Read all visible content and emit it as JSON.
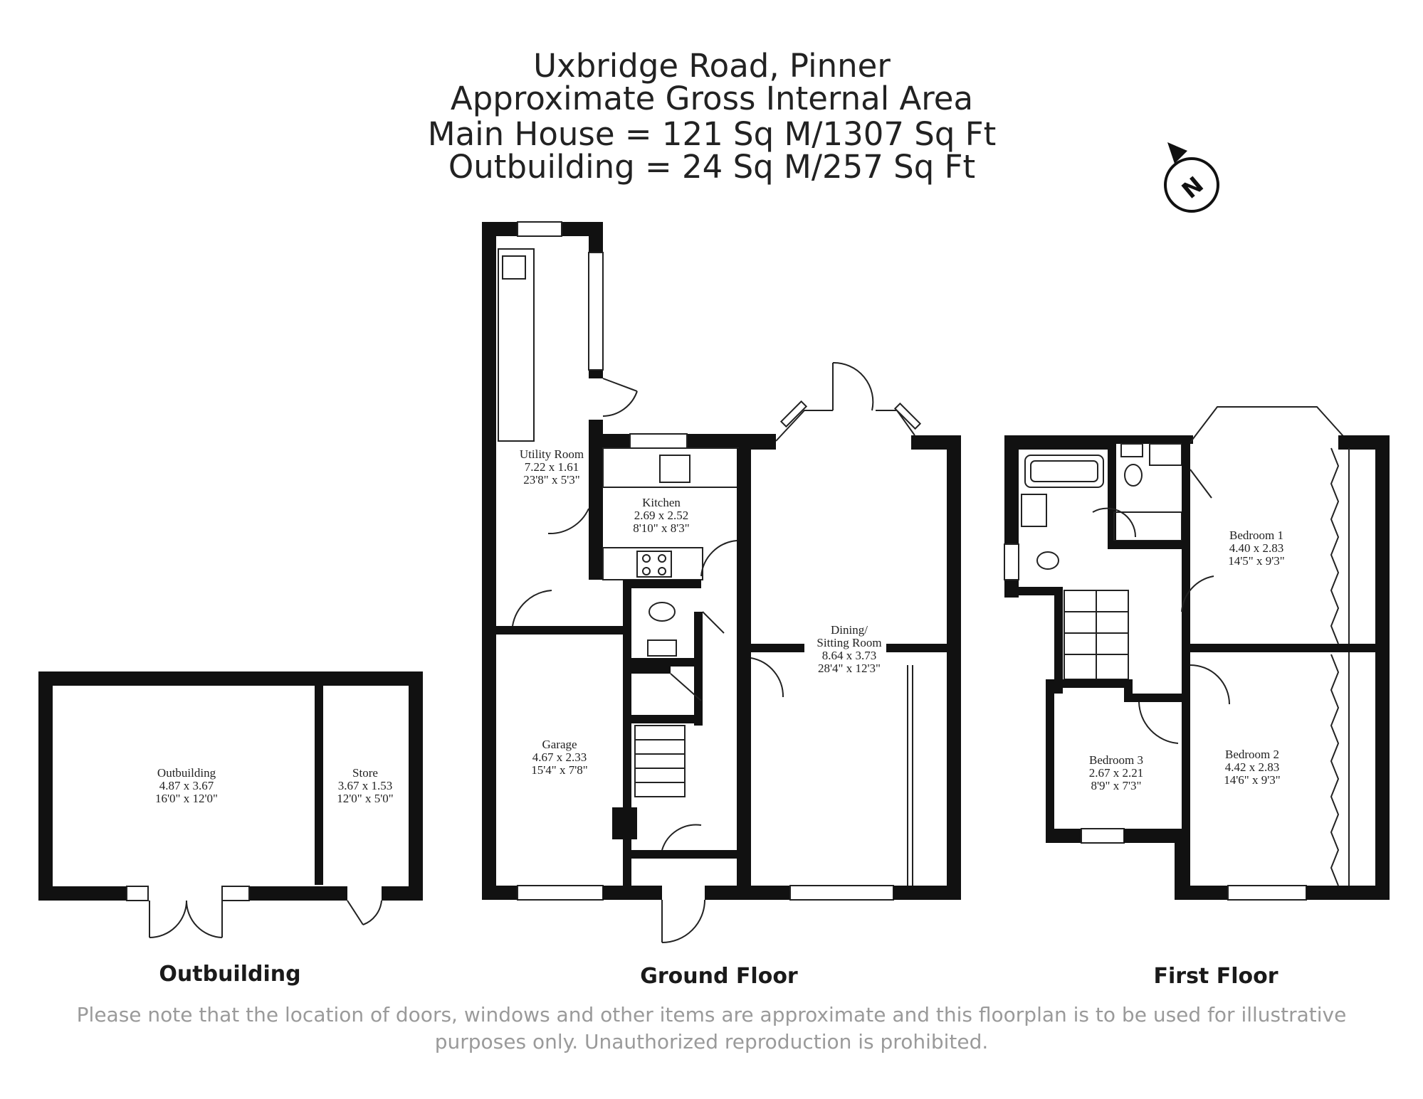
{
  "title_lines": [
    "Uxbridge Road, Pinner",
    "Approximate Gross Internal Area",
    "Main House = 121 Sq M/1307 Sq Ft",
    "Outbuilding = 24 Sq M/257 Sq Ft"
  ],
  "compass": {
    "letter": "N"
  },
  "rooms": {
    "outbuilding": [
      "Outbuilding",
      "4.87 x 3.67",
      "16'0\" x 12'0\""
    ],
    "store": [
      "Store",
      "3.67 x 1.53",
      "12'0\" x 5'0\""
    ],
    "utility": [
      "Utility Room",
      "7.22 x 1.61",
      "23'8\" x 5'3\""
    ],
    "kitchen": [
      "Kitchen",
      "2.69 x 2.52",
      "8'10\" x 8'3\""
    ],
    "garage": [
      "Garage",
      "4.67 x 2.33",
      "15'4\" x 7'8\""
    ],
    "dining": [
      "Dining/",
      "Sitting Room",
      "8.64 x 3.73",
      "28'4\" x 12'3\""
    ],
    "bedroom1": [
      "Bedroom 1",
      "4.40 x 2.83",
      "14'5\" x 9'3\""
    ],
    "bedroom2": [
      "Bedroom 2",
      "4.42 x 2.83",
      "14'6\" x 9'3\""
    ],
    "bedroom3": [
      "Bedroom 3",
      "2.67 x 2.21",
      "8'9\" x 7'3\""
    ]
  },
  "floors": {
    "outbuilding": "Outbuilding",
    "ground": "Ground Floor",
    "first": "First Floor"
  },
  "disclaimer": [
    "Please note that the location of doors, windows and other items are approximate and this floorplan is to be used for illustrative",
    "purposes only. Unauthorized reproduction is prohibited."
  ],
  "colors": {
    "wall": "#111111",
    "text": "#222222",
    "disclaimer": "#9a9a9a"
  }
}
